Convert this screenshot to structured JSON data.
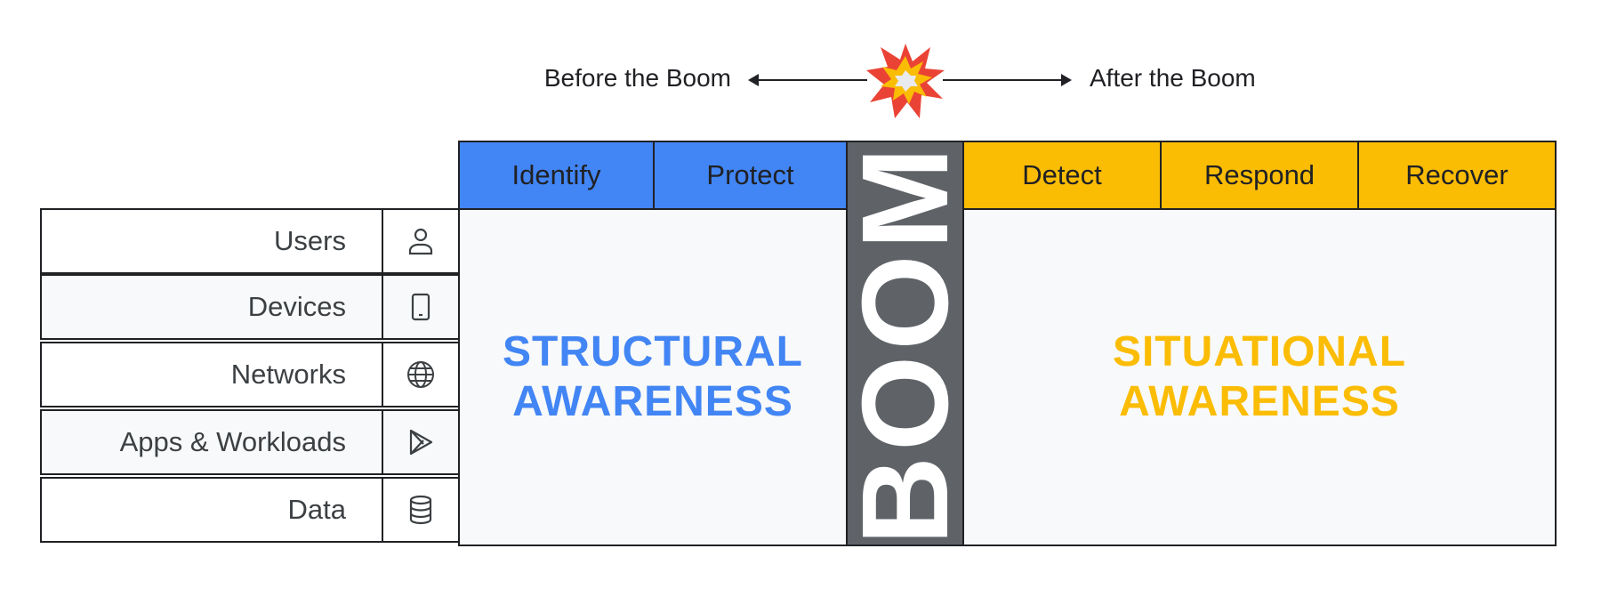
{
  "timeline": {
    "before_label": "Before the Boom",
    "after_label": "After the Boom",
    "center_icon": "explosion-icon"
  },
  "rows": [
    {
      "label": "Users",
      "icon": "user-icon"
    },
    {
      "label": "Devices",
      "icon": "phone-icon"
    },
    {
      "label": "Networks",
      "icon": "globe-icon"
    },
    {
      "label": "Apps & Workloads",
      "icon": "play-icon"
    },
    {
      "label": "Data",
      "icon": "database-icon"
    }
  ],
  "headers": {
    "identify": "Identify",
    "protect": "Protect",
    "detect": "Detect",
    "respond": "Respond",
    "recover": "Recover"
  },
  "boom": "BOOM",
  "structural": {
    "line1": "STRUCTURAL",
    "line2": "AWARENESS"
  },
  "situational": {
    "line1": "SITUATIONAL",
    "line2": "AWARENESS"
  },
  "colors": {
    "blue": "#4285f4",
    "yellow": "#fbbc04",
    "boom_gray": "#5f6368",
    "panel_bg": "#f8f9fa",
    "burst_red": "#ea4335"
  }
}
